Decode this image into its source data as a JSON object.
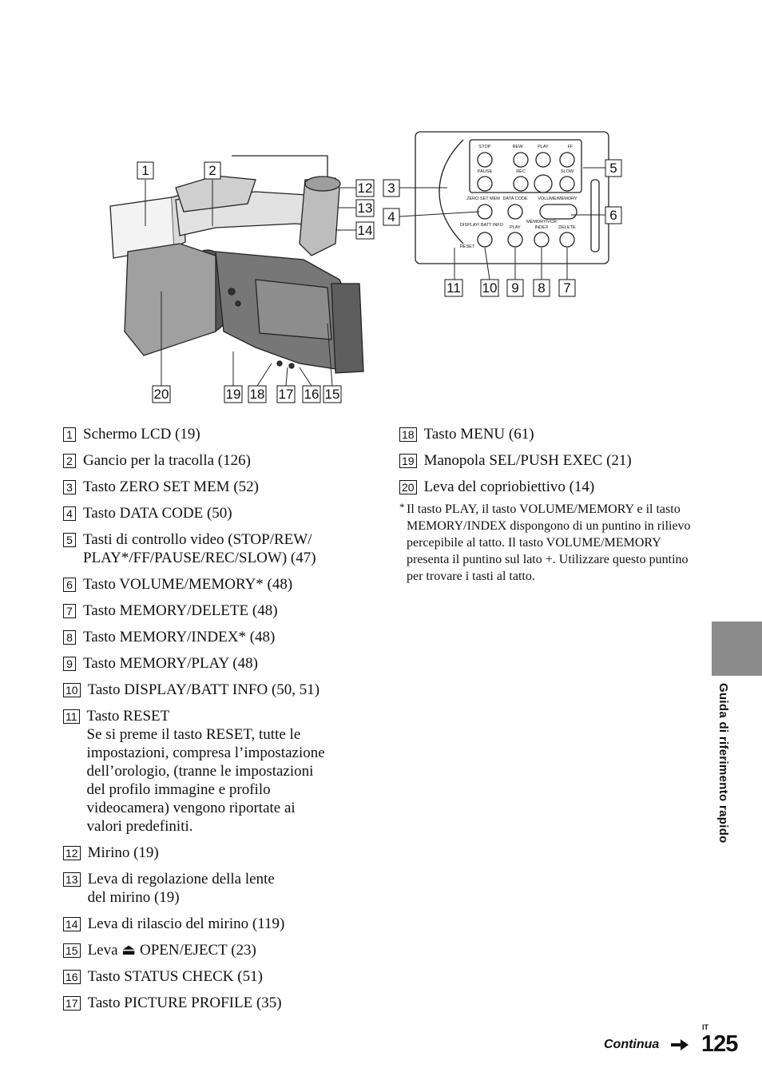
{
  "figure": {
    "callouts": [
      "1",
      "2",
      "3",
      "4",
      "5",
      "6",
      "7",
      "8",
      "9",
      "10",
      "11",
      "12",
      "13",
      "14",
      "15",
      "16",
      "17",
      "18",
      "19",
      "20"
    ],
    "panel_labels": {
      "stop": "STOP",
      "rew": "REW",
      "play": "PLAY",
      "ff": "FF",
      "pause": "PAUSE",
      "rec": "REC",
      "slow": "SLOW",
      "zero_set_mem": "ZERO SET MEM",
      "data_code": "DATA CODE",
      "volume_memory": "VOLUME/MEMORY",
      "display_batt_info": "DISPLAY/\nBATT INFO",
      "memory_vcr": "MEMORY/VCR",
      "play2": "PLAY",
      "index": "INDEX",
      "delete": "DELETE",
      "reset": "RESET"
    }
  },
  "items_left": [
    {
      "num": "1",
      "text": "Schermo LCD (19)"
    },
    {
      "num": "2",
      "text": "Gancio per la tracolla (126)"
    },
    {
      "num": "3",
      "text": "Tasto ZERO SET MEM (52)"
    },
    {
      "num": "4",
      "text": "Tasto DATA CODE (50)"
    },
    {
      "num": "5",
      "text": "Tasti di controllo video (STOP/REW/\nPLAY*/FF/PAUSE/REC/SLOW) (47)"
    },
    {
      "num": "6",
      "text": "Tasto VOLUME/MEMORY* (48)"
    },
    {
      "num": "7",
      "text": "Tasto MEMORY/DELETE (48)"
    },
    {
      "num": "8",
      "text": "Tasto MEMORY/INDEX* (48)"
    },
    {
      "num": "9",
      "text": "Tasto MEMORY/PLAY (48)"
    },
    {
      "num": "10",
      "text": "Tasto DISPLAY/BATT INFO (50, 51)"
    },
    {
      "num": "11",
      "text": "Tasto RESET\nSe si preme il tasto RESET, tutte le\nimpostazioni, compresa l’impostazione\ndell’orologio, (tranne le impostazioni\ndel profilo immagine e profilo\nvideocamera) vengono riportate ai\nvalori predefiniti."
    },
    {
      "num": "12",
      "text": "Mirino (19)"
    },
    {
      "num": "13",
      "text": "Leva di regolazione della lente\ndel mirino (19)"
    },
    {
      "num": "14",
      "text": "Leva di rilascio del mirino (119)"
    },
    {
      "num": "15",
      "text": "Leva ⏏ OPEN/EJECT (23)"
    },
    {
      "num": "16",
      "text": "Tasto STATUS CHECK (51)"
    },
    {
      "num": "17",
      "text": "Tasto PICTURE PROFILE (35)"
    }
  ],
  "items_right": [
    {
      "num": "18",
      "text": "Tasto MENU (61)"
    },
    {
      "num": "19",
      "text": "Manopola SEL/PUSH EXEC (21)"
    },
    {
      "num": "20",
      "text": "Leva del copriobiettivo (14)"
    }
  ],
  "footnote": {
    "marker": "*",
    "text": "Il tasto PLAY, il tasto VOLUME/MEMORY e il tasto MEMORY/INDEX dispongono di un puntino in rilievo percepibile al tatto. Il tasto VOLUME/MEMORY presenta il puntino sul lato +. Utilizzare questo puntino per trovare i tasti al tatto."
  },
  "side_tab": {
    "label": "Guida di riferimento rapido",
    "color": "#8c8c8c"
  },
  "footer": {
    "continua": "Continua",
    "lang": "IT",
    "page": "125"
  }
}
